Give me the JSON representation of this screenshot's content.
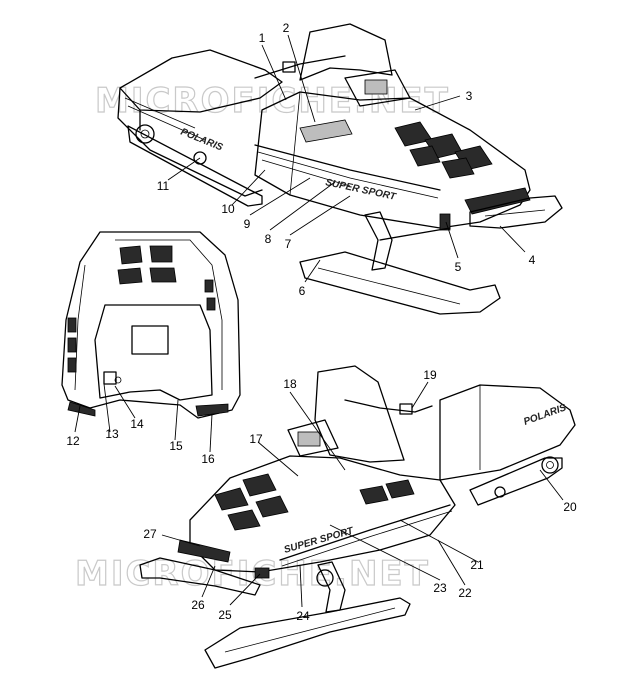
{
  "watermark": "MICROFICHE.NET",
  "decal_text": {
    "brand": "POLARIS",
    "model": "SUPER SPORT"
  },
  "callouts": [
    "1",
    "2",
    "3",
    "4",
    "5",
    "6",
    "7",
    "8",
    "9",
    "10",
    "11",
    "12",
    "13",
    "14",
    "15",
    "16",
    "17",
    "18",
    "19",
    "20",
    "21",
    "22",
    "23",
    "24",
    "25",
    "26",
    "27"
  ]
}
